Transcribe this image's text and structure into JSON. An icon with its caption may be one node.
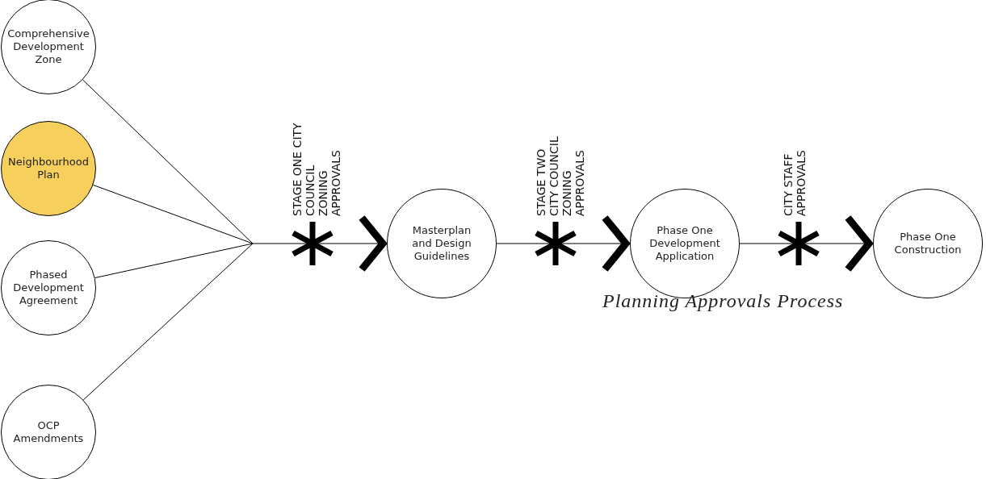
{
  "diagram": {
    "caption": "Planning Approvals Process",
    "nodes": [
      {
        "text": [
          "Comprehensive Development Zone"
        ]
      },
      {
        "text": [
          "Neighbourhood Plan"
        ]
      },
      {
        "text": [
          "Phased Development Agreement"
        ]
      },
      {
        "text": [
          "OCP Amendments"
        ]
      },
      {
        "text": [
          "Masterplan and Design Guidelines"
        ]
      },
      {
        "text": [
          "Phase One Development Application"
        ]
      },
      {
        "text": [
          "Phase One Construction"
        ]
      }
    ],
    "edges": [
      {
        "from": 0,
        "to": 4,
        "arrow": "to"
      },
      {
        "from": 1,
        "to": 4,
        "arrow": "to"
      },
      {
        "from": 2,
        "to": 4,
        "arrow": "to"
      },
      {
        "from": 3,
        "to": 4,
        "arrow": "to"
      },
      {
        "from": 4,
        "to": 5,
        "arrow": "to",
        "label": "STAGE TWO CITY COUNCIL ZONING APPROVALS"
      },
      {
        "from": 5,
        "to": 6,
        "arrow": "to",
        "label": "CITY STAFF APPROVALS"
      }
    ],
    "labels": [
      "STAGE ONE CITY COUNCIL ZONING APPROVALS"
    ]
  }
}
